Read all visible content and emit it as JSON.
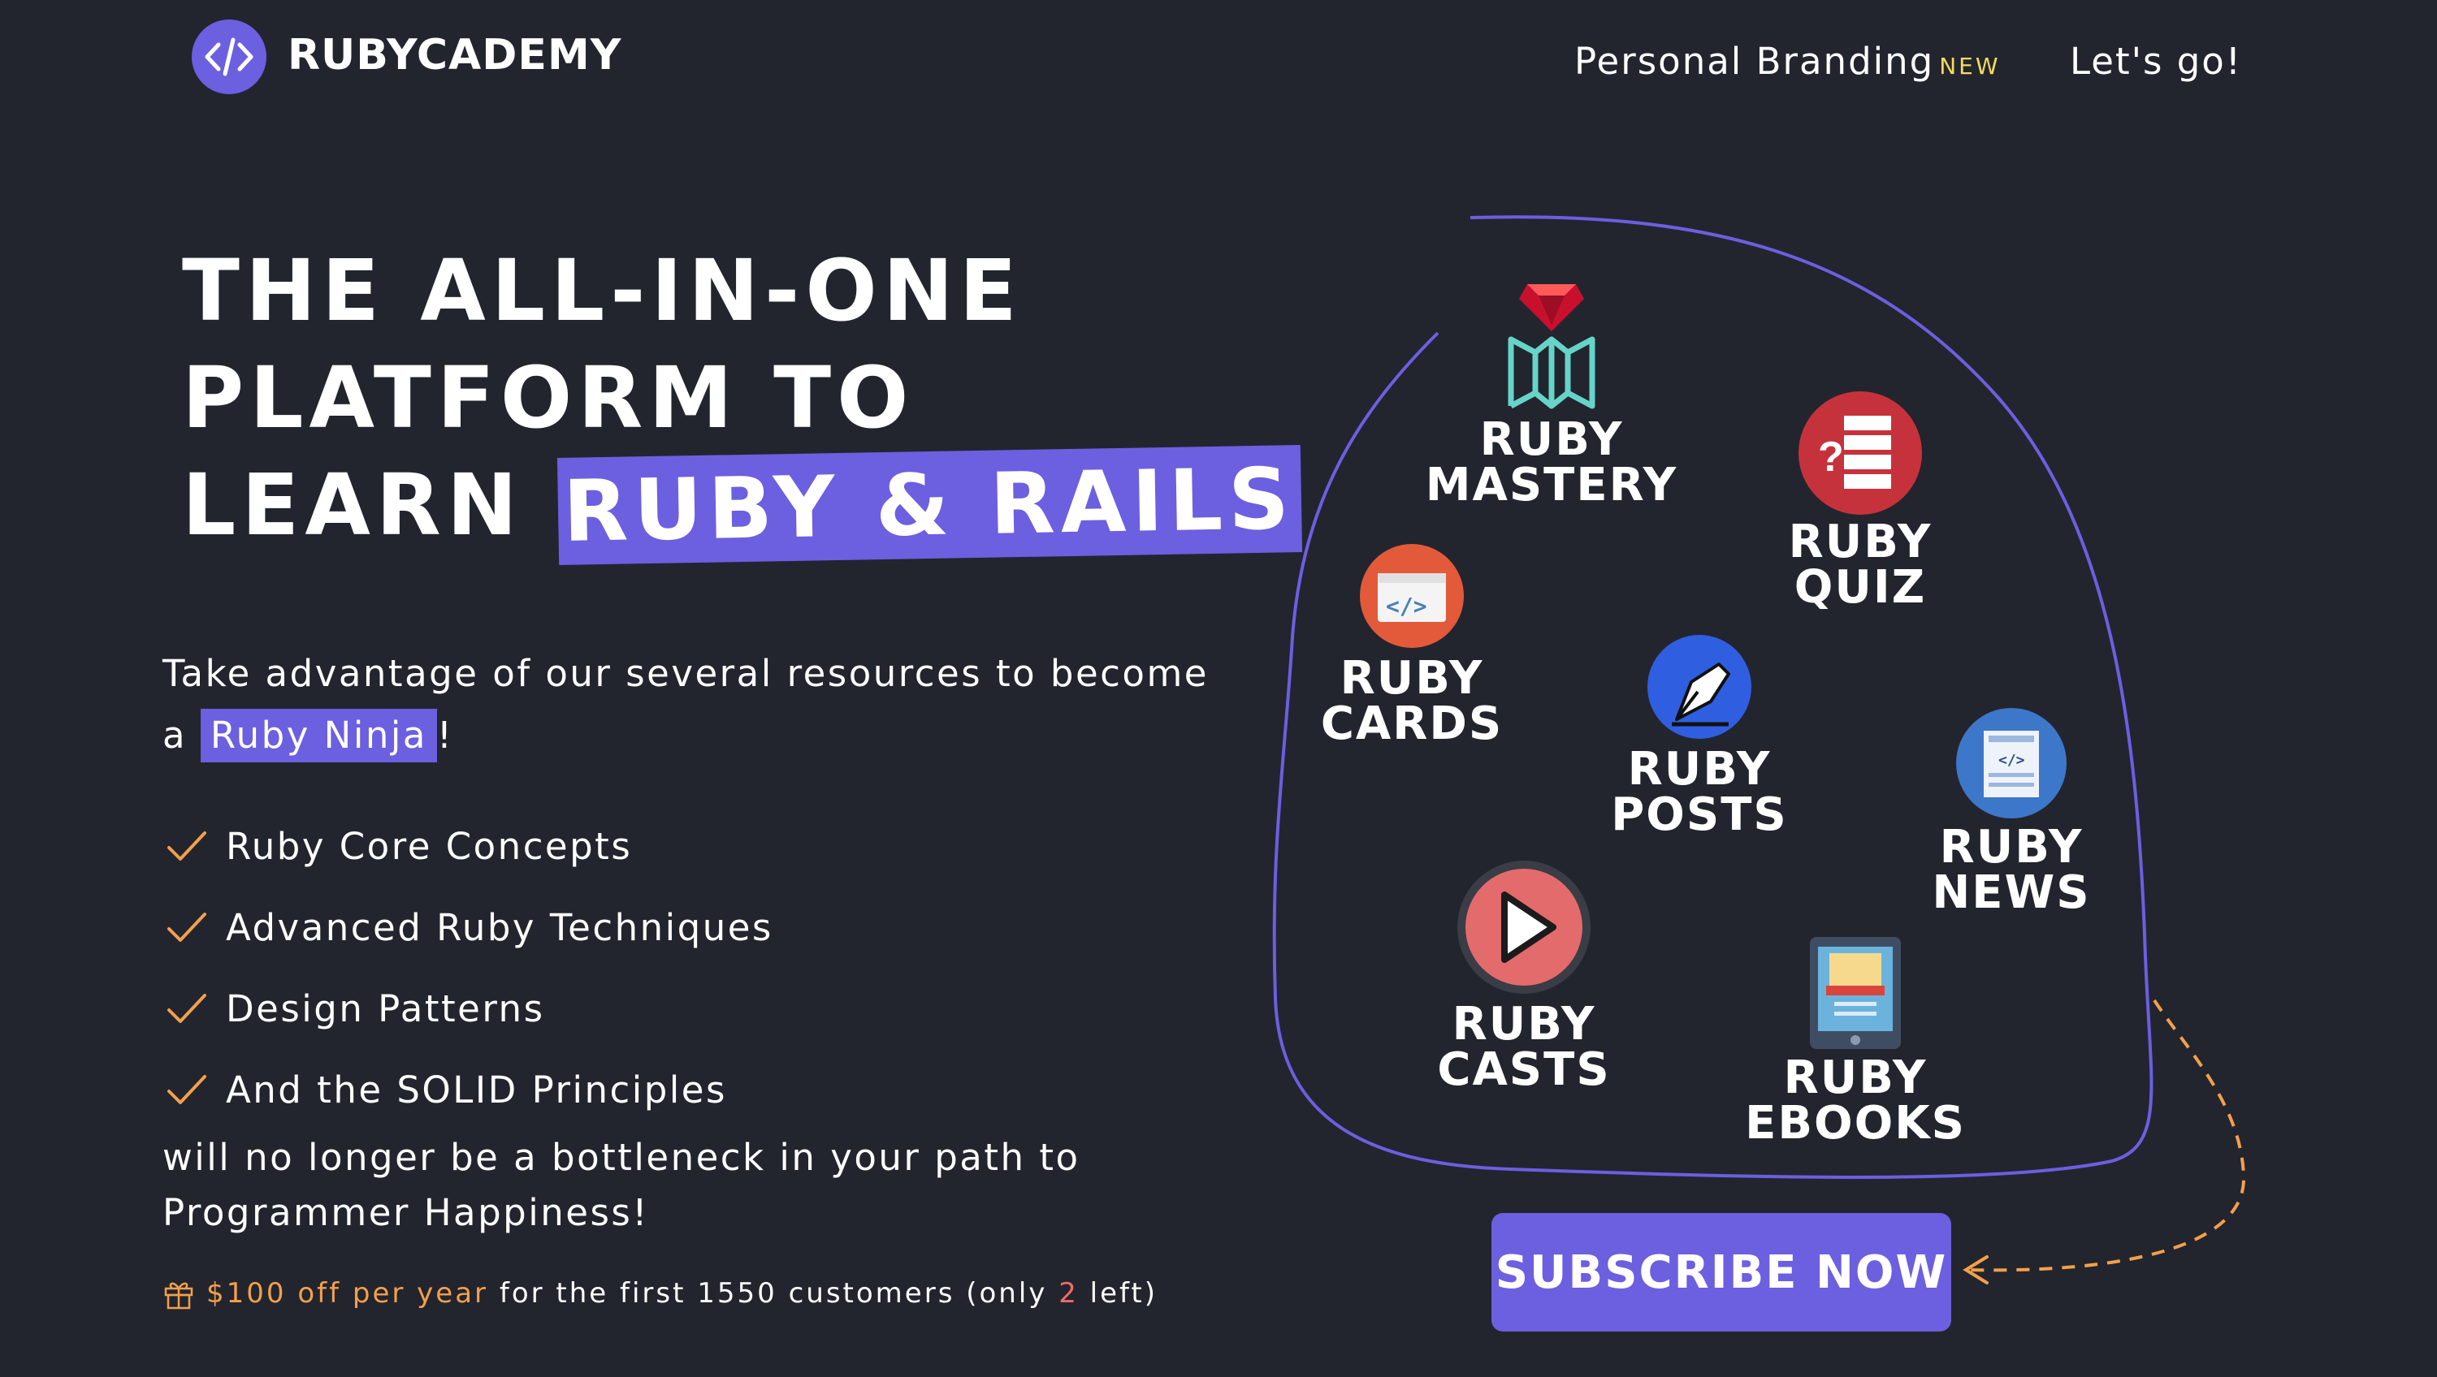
{
  "header": {
    "logo_text": "RUBYCADEMY",
    "nav": {
      "personal_branding": "Personal Branding",
      "new_badge": "NEW",
      "lets_go": "Let's go!"
    }
  },
  "hero": {
    "line1": "THE ALL-IN-ONE",
    "line2": "PLATFORM TO",
    "line3_prefix": "LEARN",
    "line3_highlight": "RUBY & RAILS"
  },
  "intro": {
    "text_before": "Take advantage of our several resources to become a",
    "highlight": "Ruby Ninja",
    "text_after": "!"
  },
  "features": [
    "Ruby Core Concepts",
    "Advanced Ruby Techniques",
    "Design Patterns",
    "And the SOLID Principles"
  ],
  "outro": "will no longer be a bottleneck in your path to Programmer Happiness!",
  "promo": {
    "discount": "$100 off per year",
    "middle": "for the first 1550 customers (only",
    "remaining": "2",
    "end": "left)"
  },
  "products": [
    {
      "label": "RUBY\nMASTERY",
      "icon": "ruby-map-icon"
    },
    {
      "label": "RUBY\nQUIZ",
      "icon": "quiz-icon"
    },
    {
      "label": "RUBY\nCARDS",
      "icon": "code-window-icon"
    },
    {
      "label": "RUBY\nPOSTS",
      "icon": "pen-nib-icon"
    },
    {
      "label": "RUBY\nNEWS",
      "icon": "newsletter-icon"
    },
    {
      "label": "RUBY\nCASTS",
      "icon": "play-icon"
    },
    {
      "label": "RUBY\nEBOOKS",
      "icon": "ebook-icon"
    }
  ],
  "cta": {
    "subscribe": "SUBSCRIBE NOW"
  },
  "colors": {
    "background": "#22252e",
    "accent": "#6c5fe0",
    "orange": "#f3a04b",
    "new_badge": "#f2dc5d",
    "red": "#ef6b6b"
  }
}
